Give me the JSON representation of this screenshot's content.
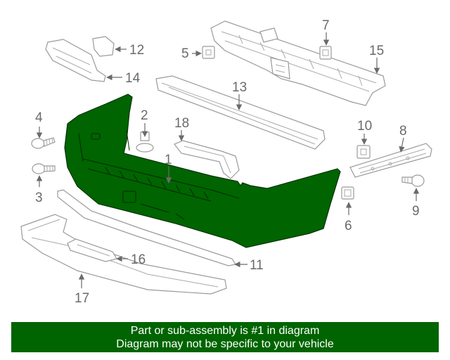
{
  "callouts": {
    "c1": "1",
    "c2": "2",
    "c3": "3",
    "c4": "4",
    "c5": "5",
    "c6": "6",
    "c7": "7",
    "c8": "8",
    "c9": "9",
    "c10": "10",
    "c11": "11",
    "c12": "12",
    "c13": "13",
    "c14": "14",
    "c15": "15",
    "c16": "16",
    "c17": "17",
    "c18": "18"
  },
  "footer": {
    "line1": "Part or sub-assembly is #1 in diagram",
    "line2": "Diagram may not be specific to your vehicle"
  },
  "colors": {
    "highlight": "#006400",
    "banner": "#006400",
    "callout_text": "#6a6a6a"
  }
}
